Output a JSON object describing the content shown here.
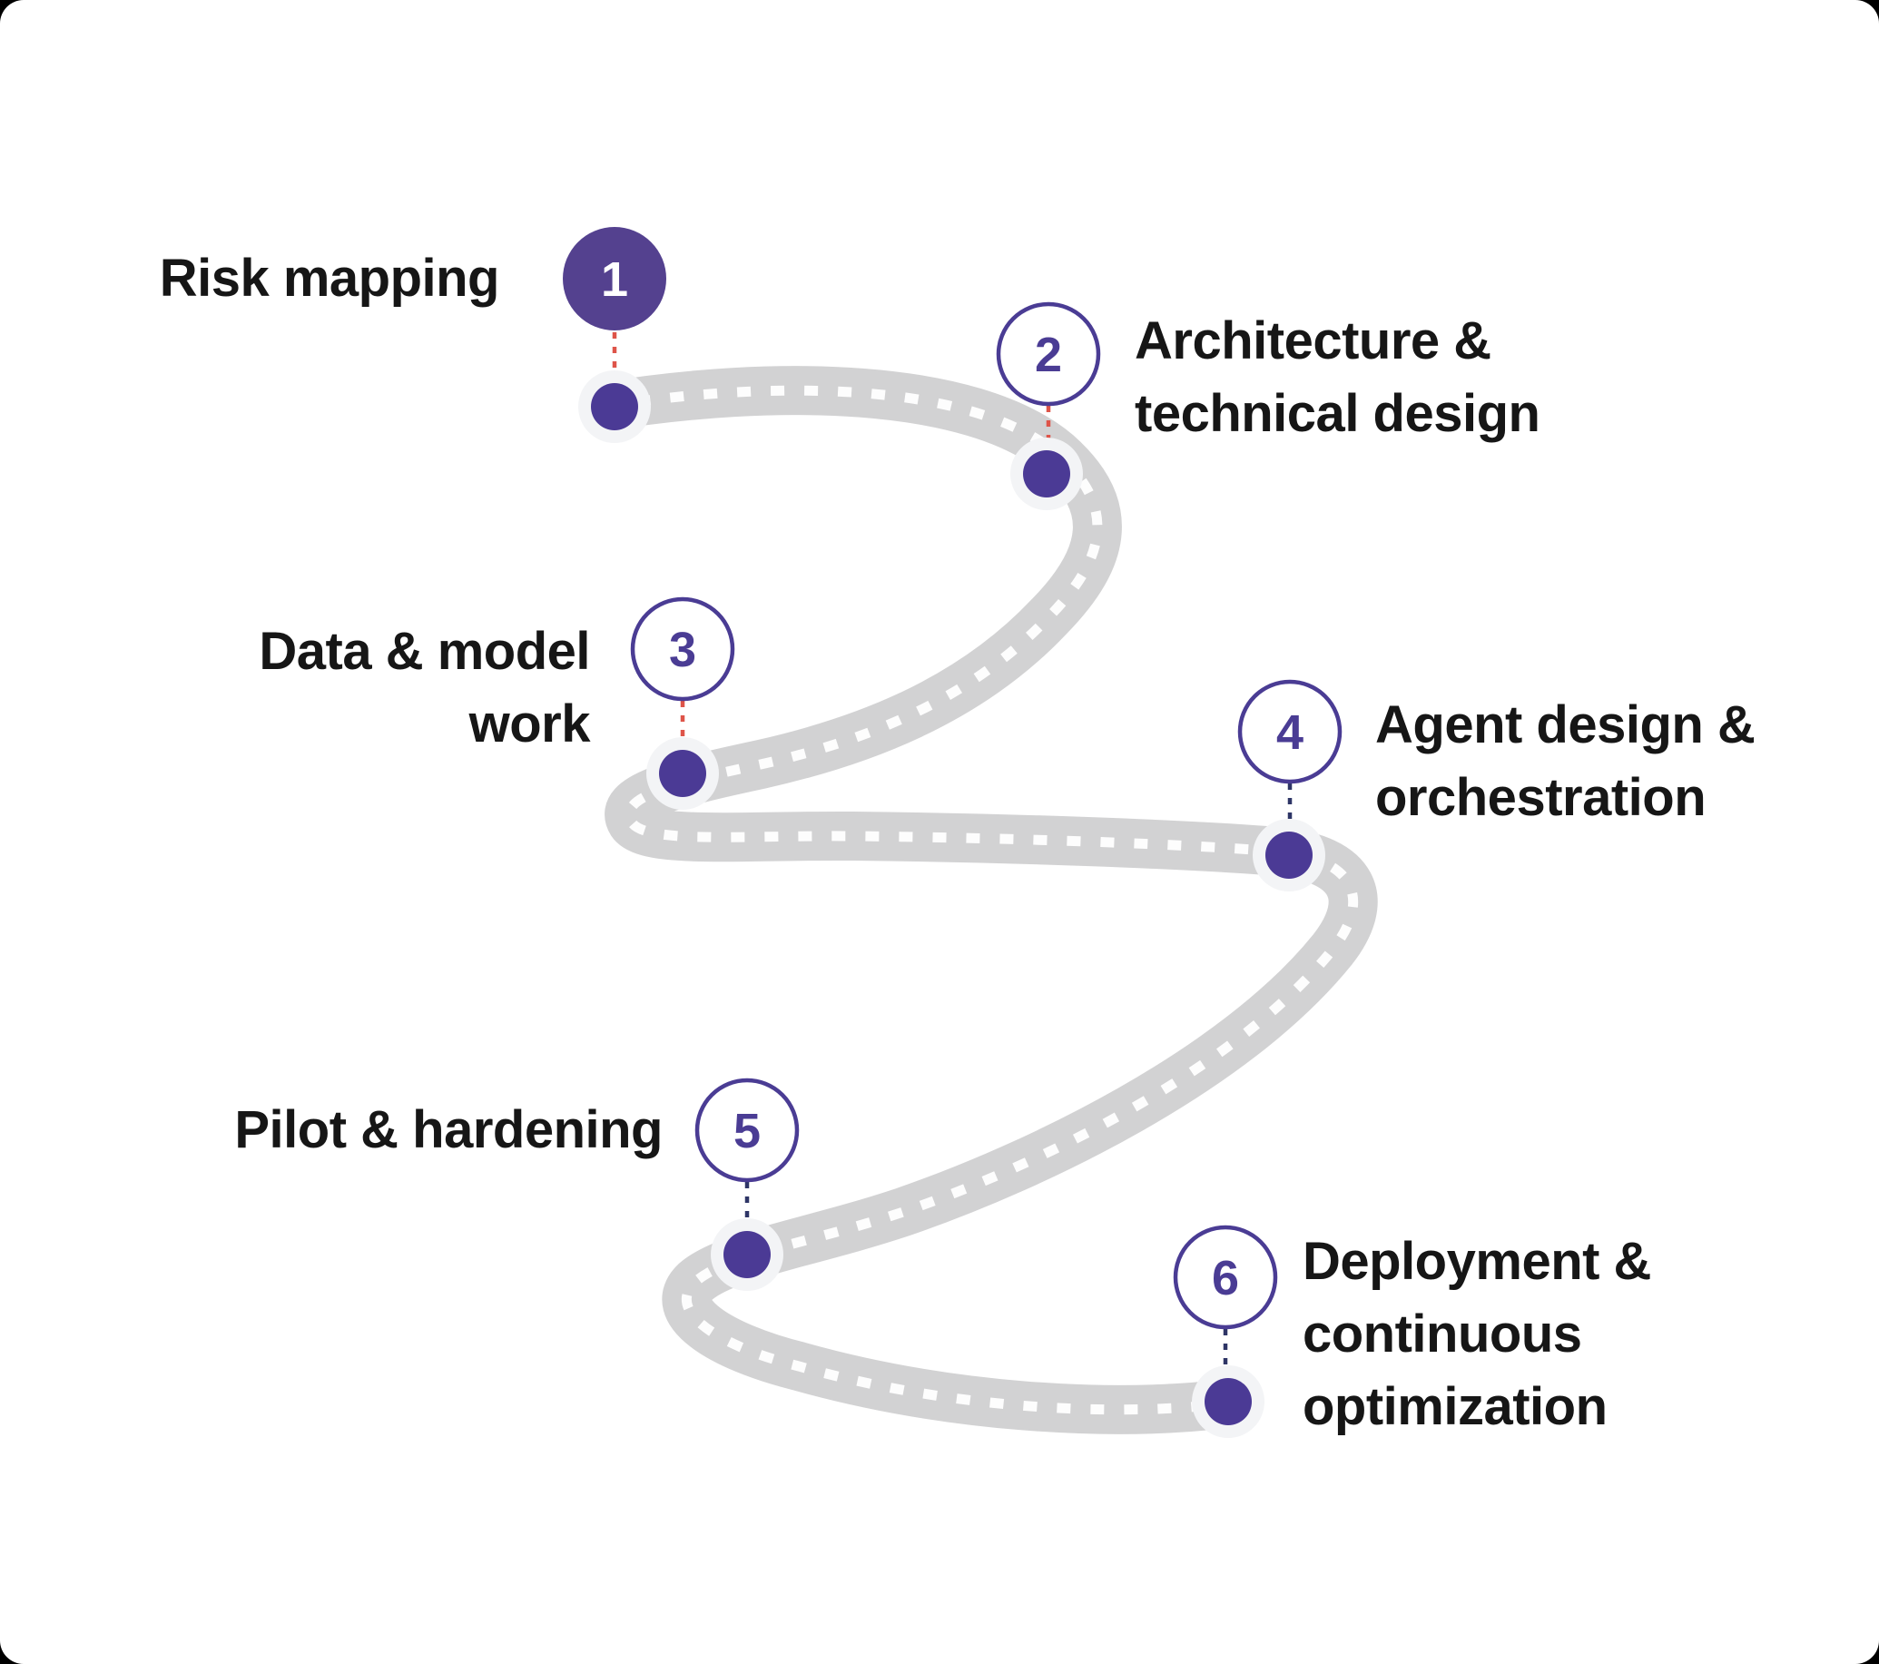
{
  "diagram": {
    "type": "roadmap-journey",
    "background": "#FFFFFF",
    "corner_mask_color": "#000000"
  },
  "colors": {
    "road_gray": "#D2D2D3",
    "road_dash": "#FFFFFF",
    "halo": "#F3F4F6",
    "dot_purple": "#4B3A95",
    "label_text": "#161616"
  },
  "steps": [
    {
      "number": "1",
      "label_lines": [
        "Risk mapping"
      ],
      "badge_fill": "#54418F",
      "badge_stroke": "none",
      "number_color": "#FFFFFF",
      "connector_color": "#DE5449"
    },
    {
      "number": "2",
      "label_lines": [
        "Architecture &",
        "technical design"
      ],
      "badge_fill": "#FFFFFF",
      "badge_stroke": "#4A3C94",
      "number_color": "#4A3C94",
      "connector_color": "#DE5449"
    },
    {
      "number": "3",
      "label_lines": [
        "Data & model",
        "work"
      ],
      "badge_fill": "#FFFFFF",
      "badge_stroke": "#4A3C94",
      "number_color": "#4A3C94",
      "connector_color": "#DE5449"
    },
    {
      "number": "4",
      "label_lines": [
        "Agent design &",
        "orchestration"
      ],
      "badge_fill": "#FFFFFF",
      "badge_stroke": "#4A3C94",
      "number_color": "#4A3C94",
      "connector_color": "#2E3566"
    },
    {
      "number": "5",
      "label_lines": [
        "Pilot & hardening"
      ],
      "badge_fill": "#FFFFFF",
      "badge_stroke": "#4A3C94",
      "number_color": "#4A3C94",
      "connector_color": "#2E3566"
    },
    {
      "number": "6",
      "label_lines": [
        "Deployment &",
        "continuous",
        "optimization"
      ],
      "badge_fill": "#FFFFFF",
      "badge_stroke": "#4A3C94",
      "number_color": "#4A3C94",
      "connector_color": "#2E3566"
    }
  ]
}
